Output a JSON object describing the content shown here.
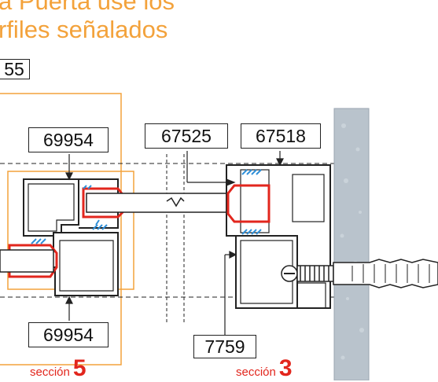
{
  "heading": {
    "line1": "a Puerta use los",
    "line2": "rfiles señalados"
  },
  "labels": {
    "top_left_code": "55",
    "profile_top_left": "69954",
    "profile_bottom_left": "69954",
    "profile_middle": "67525",
    "profile_right": "67518",
    "profile_bottom_right": "7759"
  },
  "sections": {
    "left_word": "sección",
    "left_number": "5",
    "right_word": "sección",
    "right_number": "3"
  },
  "colors": {
    "accent_orange": "#f3a23b",
    "section_red": "#e2261d",
    "gasket_blue": "#2f8fd8",
    "seal_red": "#e2261d",
    "wall_gray": "#b9c3cc"
  }
}
